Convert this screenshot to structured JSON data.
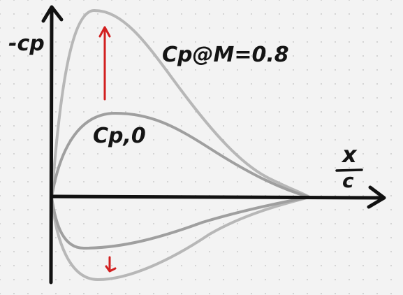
{
  "diagram": {
    "y_axis_label": "-cp",
    "x_axis_label_num": "x",
    "x_axis_label_den": "c",
    "curve_labels": {
      "compressible": "Cp@M=0.8",
      "incompressible": "Cp,0"
    },
    "colors": {
      "background": "#f3f3f3",
      "axes": "#111111",
      "curves": "#a9a9a9",
      "arrows": "#d21f1f"
    }
  }
}
